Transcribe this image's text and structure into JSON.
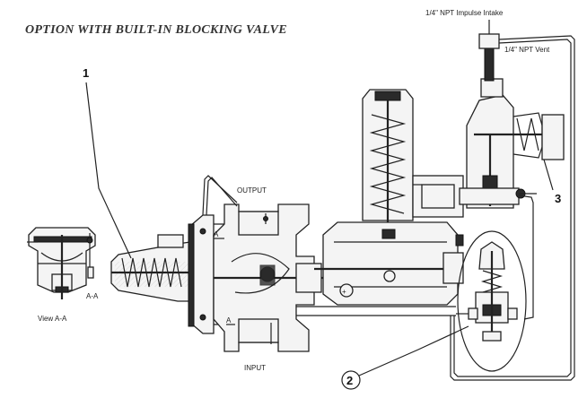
{
  "title": "OPTION WITH BUILT-IN BLOCKING VALVE",
  "labels": {
    "impulse_intake": "1/4\" NPT Impulse Intake",
    "vent": "1/4\" NPT Vent",
    "output": "OUTPUT",
    "input": "INPUT",
    "section_aa": "A-A",
    "view_aa": "View A-A",
    "section_a_top": "A",
    "section_a_bottom": "A",
    "plus_symbol": "+"
  },
  "callouts": [
    "1",
    "2",
    "3"
  ]
}
